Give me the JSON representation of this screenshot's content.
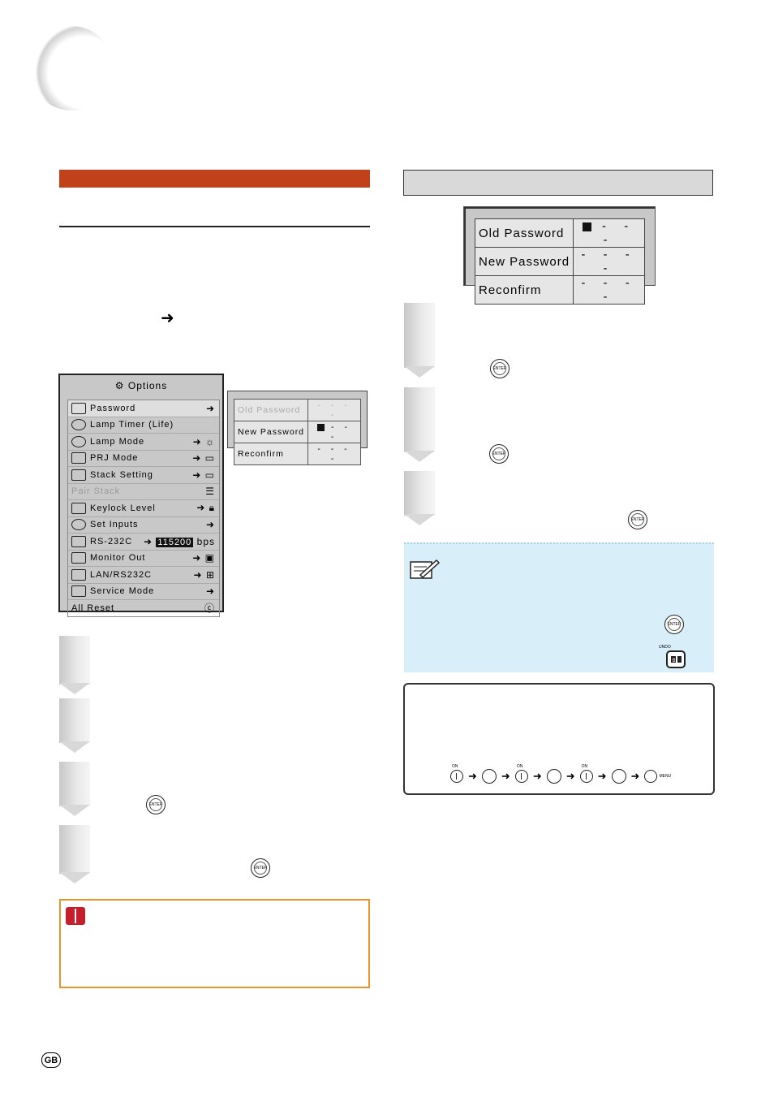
{
  "osd_menu": {
    "title": "Options",
    "items": [
      {
        "label": "Password",
        "value": "➜"
      },
      {
        "label": "Lamp Timer (Life)",
        "value": ""
      },
      {
        "label": "Lamp Mode",
        "value": "➜"
      },
      {
        "label": "PRJ Mode",
        "value": "➜"
      },
      {
        "label": "Stack Setting",
        "value": "➜"
      },
      {
        "label": "Pair Stack",
        "value": ""
      },
      {
        "label": "Keylock Level",
        "value": "➜"
      },
      {
        "label": "Set Inputs",
        "value": "➜"
      },
      {
        "label": "RS-232C",
        "rate": "115200",
        "unit": "bps"
      },
      {
        "label": "Monitor Out",
        "value": "➜"
      },
      {
        "label": "LAN/RS232C",
        "value": "➜"
      },
      {
        "label": "Service Mode",
        "value": "➜"
      },
      {
        "label": "All Reset",
        "value": ""
      }
    ]
  },
  "password_small": {
    "rows": [
      {
        "label": "Old Password",
        "value": "- - - -"
      },
      {
        "label": "New Password",
        "value": "- - -"
      },
      {
        "label": "Reconfirm",
        "value": "- - - -"
      }
    ]
  },
  "password_large": {
    "rows": [
      {
        "label": "Old Password",
        "value": "- - -"
      },
      {
        "label": "New Password",
        "value": "- - - -"
      },
      {
        "label": "Reconfirm",
        "value": "- - - -"
      }
    ]
  },
  "enter_label": "ENTER",
  "undo_label": "UNDO",
  "on_label": "ON",
  "menu_label": "MENU",
  "footer": {
    "region_badge": "GB"
  },
  "colors": {
    "accent_orange": "#c0411a",
    "note_bg": "#d8eef8",
    "info_border": "#e8952c",
    "info_icon": "#c81d2a"
  }
}
